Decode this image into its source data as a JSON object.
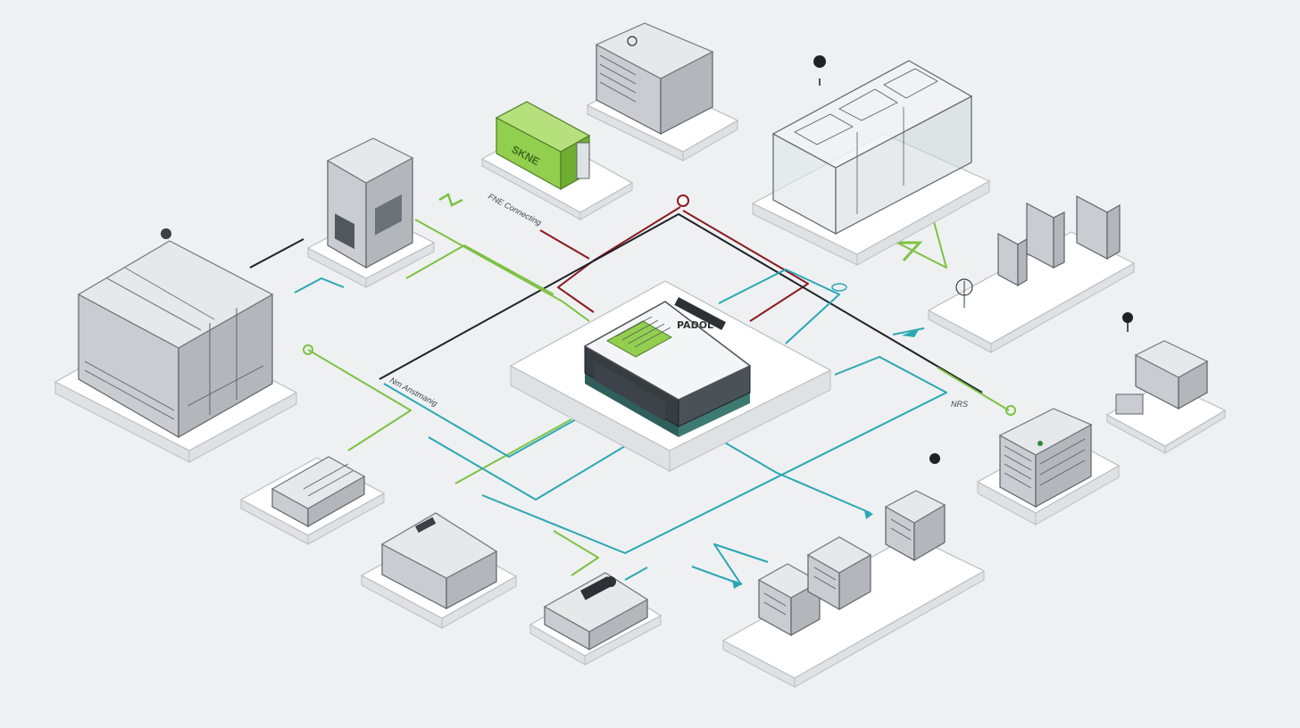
{
  "colors": {
    "background": "#eef0f2",
    "green": "#7dc242",
    "teal": "#2aa7b5",
    "dark_red": "#8b1a1f",
    "black": "#1c2226",
    "accent_green_panel": "#93cf4f"
  },
  "hub": {
    "label": "PADOL"
  },
  "labels": {
    "green_unit": "SKNE",
    "top_left_text": "FNE Connecting",
    "lower_left_text": "Nm Anstmanig",
    "right_text": "NRS"
  },
  "icons": [
    "location-pin-icon",
    "lightning-icon",
    "arrow-icon",
    "node-dot-icon"
  ]
}
